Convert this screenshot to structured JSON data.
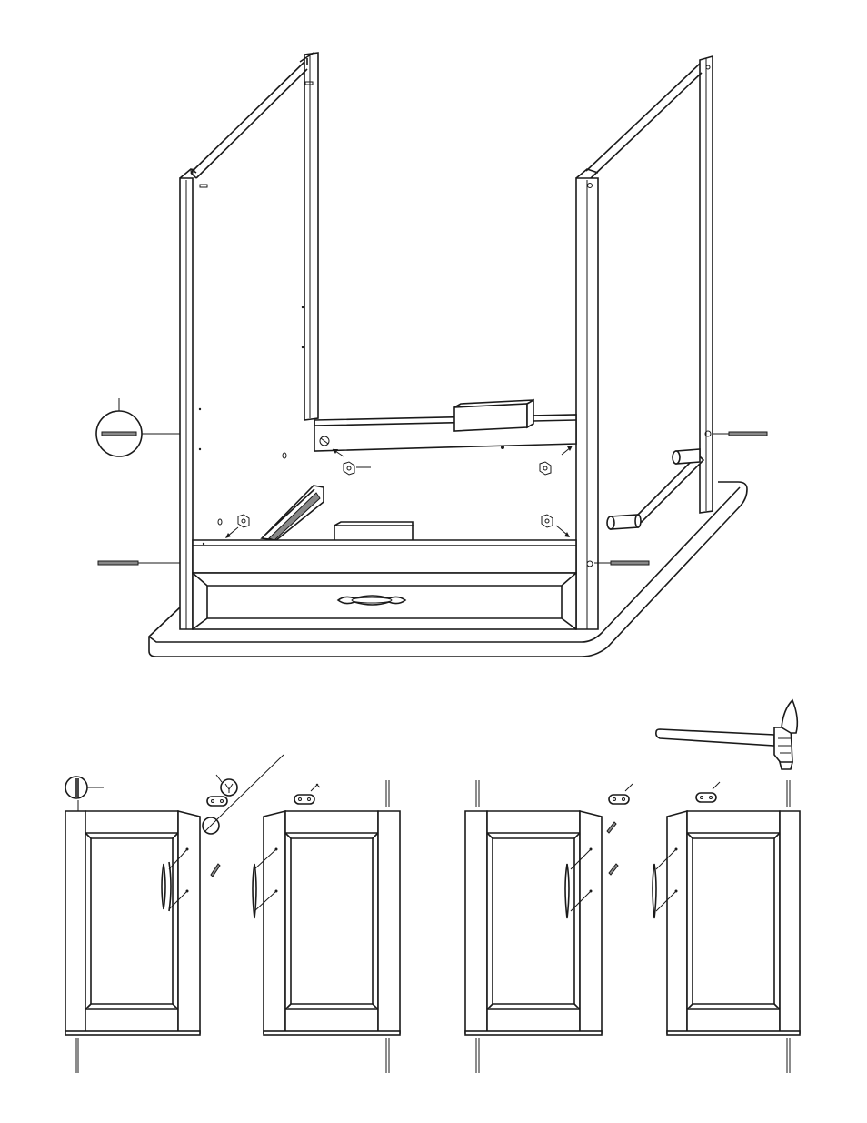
{
  "diagram": {
    "subject": "cabinet-assembly-instructions",
    "upper_step": {
      "parts": [
        "side-panel-left",
        "side-panel-right",
        "back-rail",
        "front-rail",
        "drawer-front",
        "drawer-pull",
        "countertop-base",
        "towel-bar",
        "wood-dowels",
        "cam-nuts",
        "threaded-rods"
      ]
    },
    "lower_step": {
      "doors": [
        "door-1-left",
        "door-2-right",
        "door-3-left",
        "door-4-right"
      ],
      "tools": [
        "hammer-icon",
        "screwdriver-callout",
        "pin-callout"
      ]
    }
  }
}
